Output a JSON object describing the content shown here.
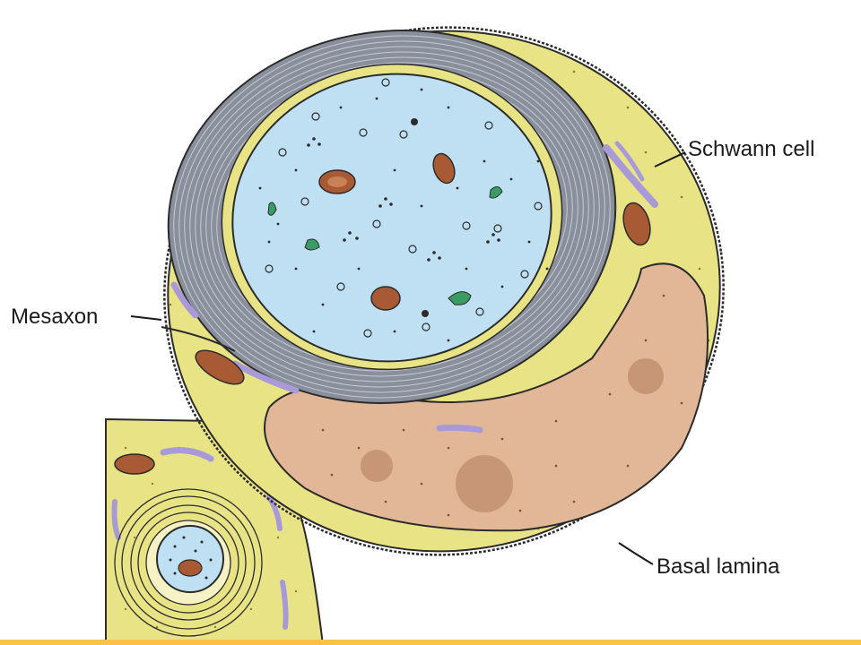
{
  "labels": {
    "schwann_cell": "Schwann cell",
    "mesaxon": "Mesaxon",
    "basal_lamina": "Basal lamina"
  },
  "colors": {
    "background": "#ffffff",
    "axoplasm": "#bfe0f2",
    "myelin_sheath": "#8a8f9c",
    "myelin_lines": "#c6cad3",
    "schwann_cytoplasm": "#e8e486",
    "nucleus": "#e2b797",
    "mitochondria": "#a85a35",
    "golgi_cisternae": "#a89ad6",
    "vesicles_green": "#3a9c62",
    "outline": "#2b2b2b",
    "bottom_bar": "#f6c548"
  }
}
